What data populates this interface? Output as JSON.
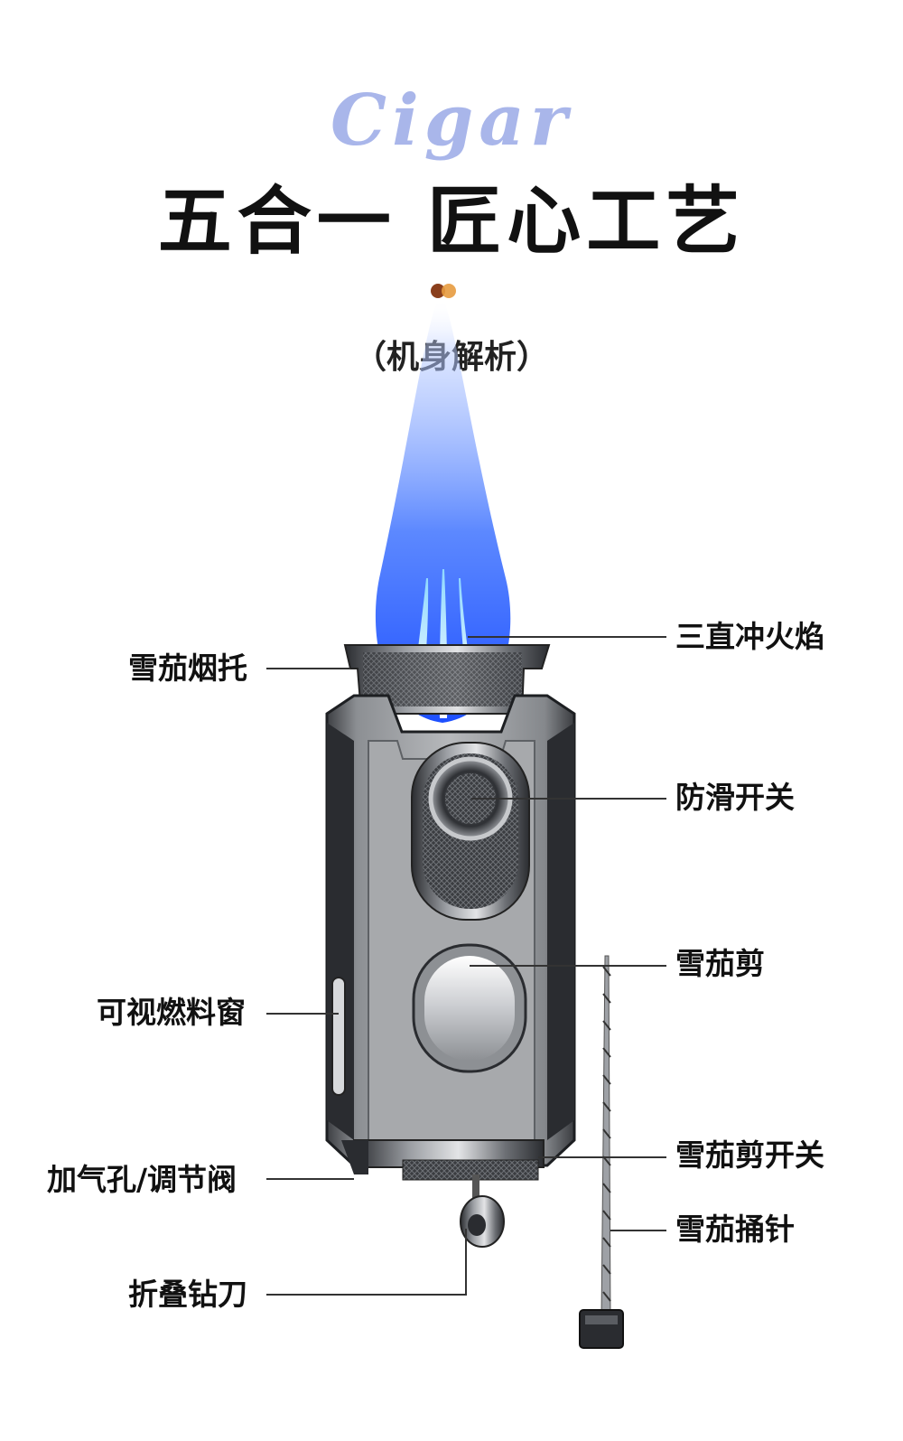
{
  "header": {
    "script_word": "Cigar",
    "headline": "五合一 匠心工艺",
    "subtitle": "（机身解析）"
  },
  "callouts": {
    "cigar_rest": "雪茄烟托",
    "triple_jet": "三直冲火焰",
    "anti_slip_switch": "防滑开关",
    "cigar_cutter": "雪茄剪",
    "fuel_window": "可视燃料窗",
    "refill_valve": "加气孔/调节阀",
    "cutter_switch": "雪茄剪开关",
    "cigar_needle": "雪茄捅针",
    "folding_drill": "折叠钻刀"
  },
  "colors": {
    "script": "#a9b6ea",
    "flame": "#3a6cff",
    "body": "#8f9296",
    "text": "#111111"
  }
}
